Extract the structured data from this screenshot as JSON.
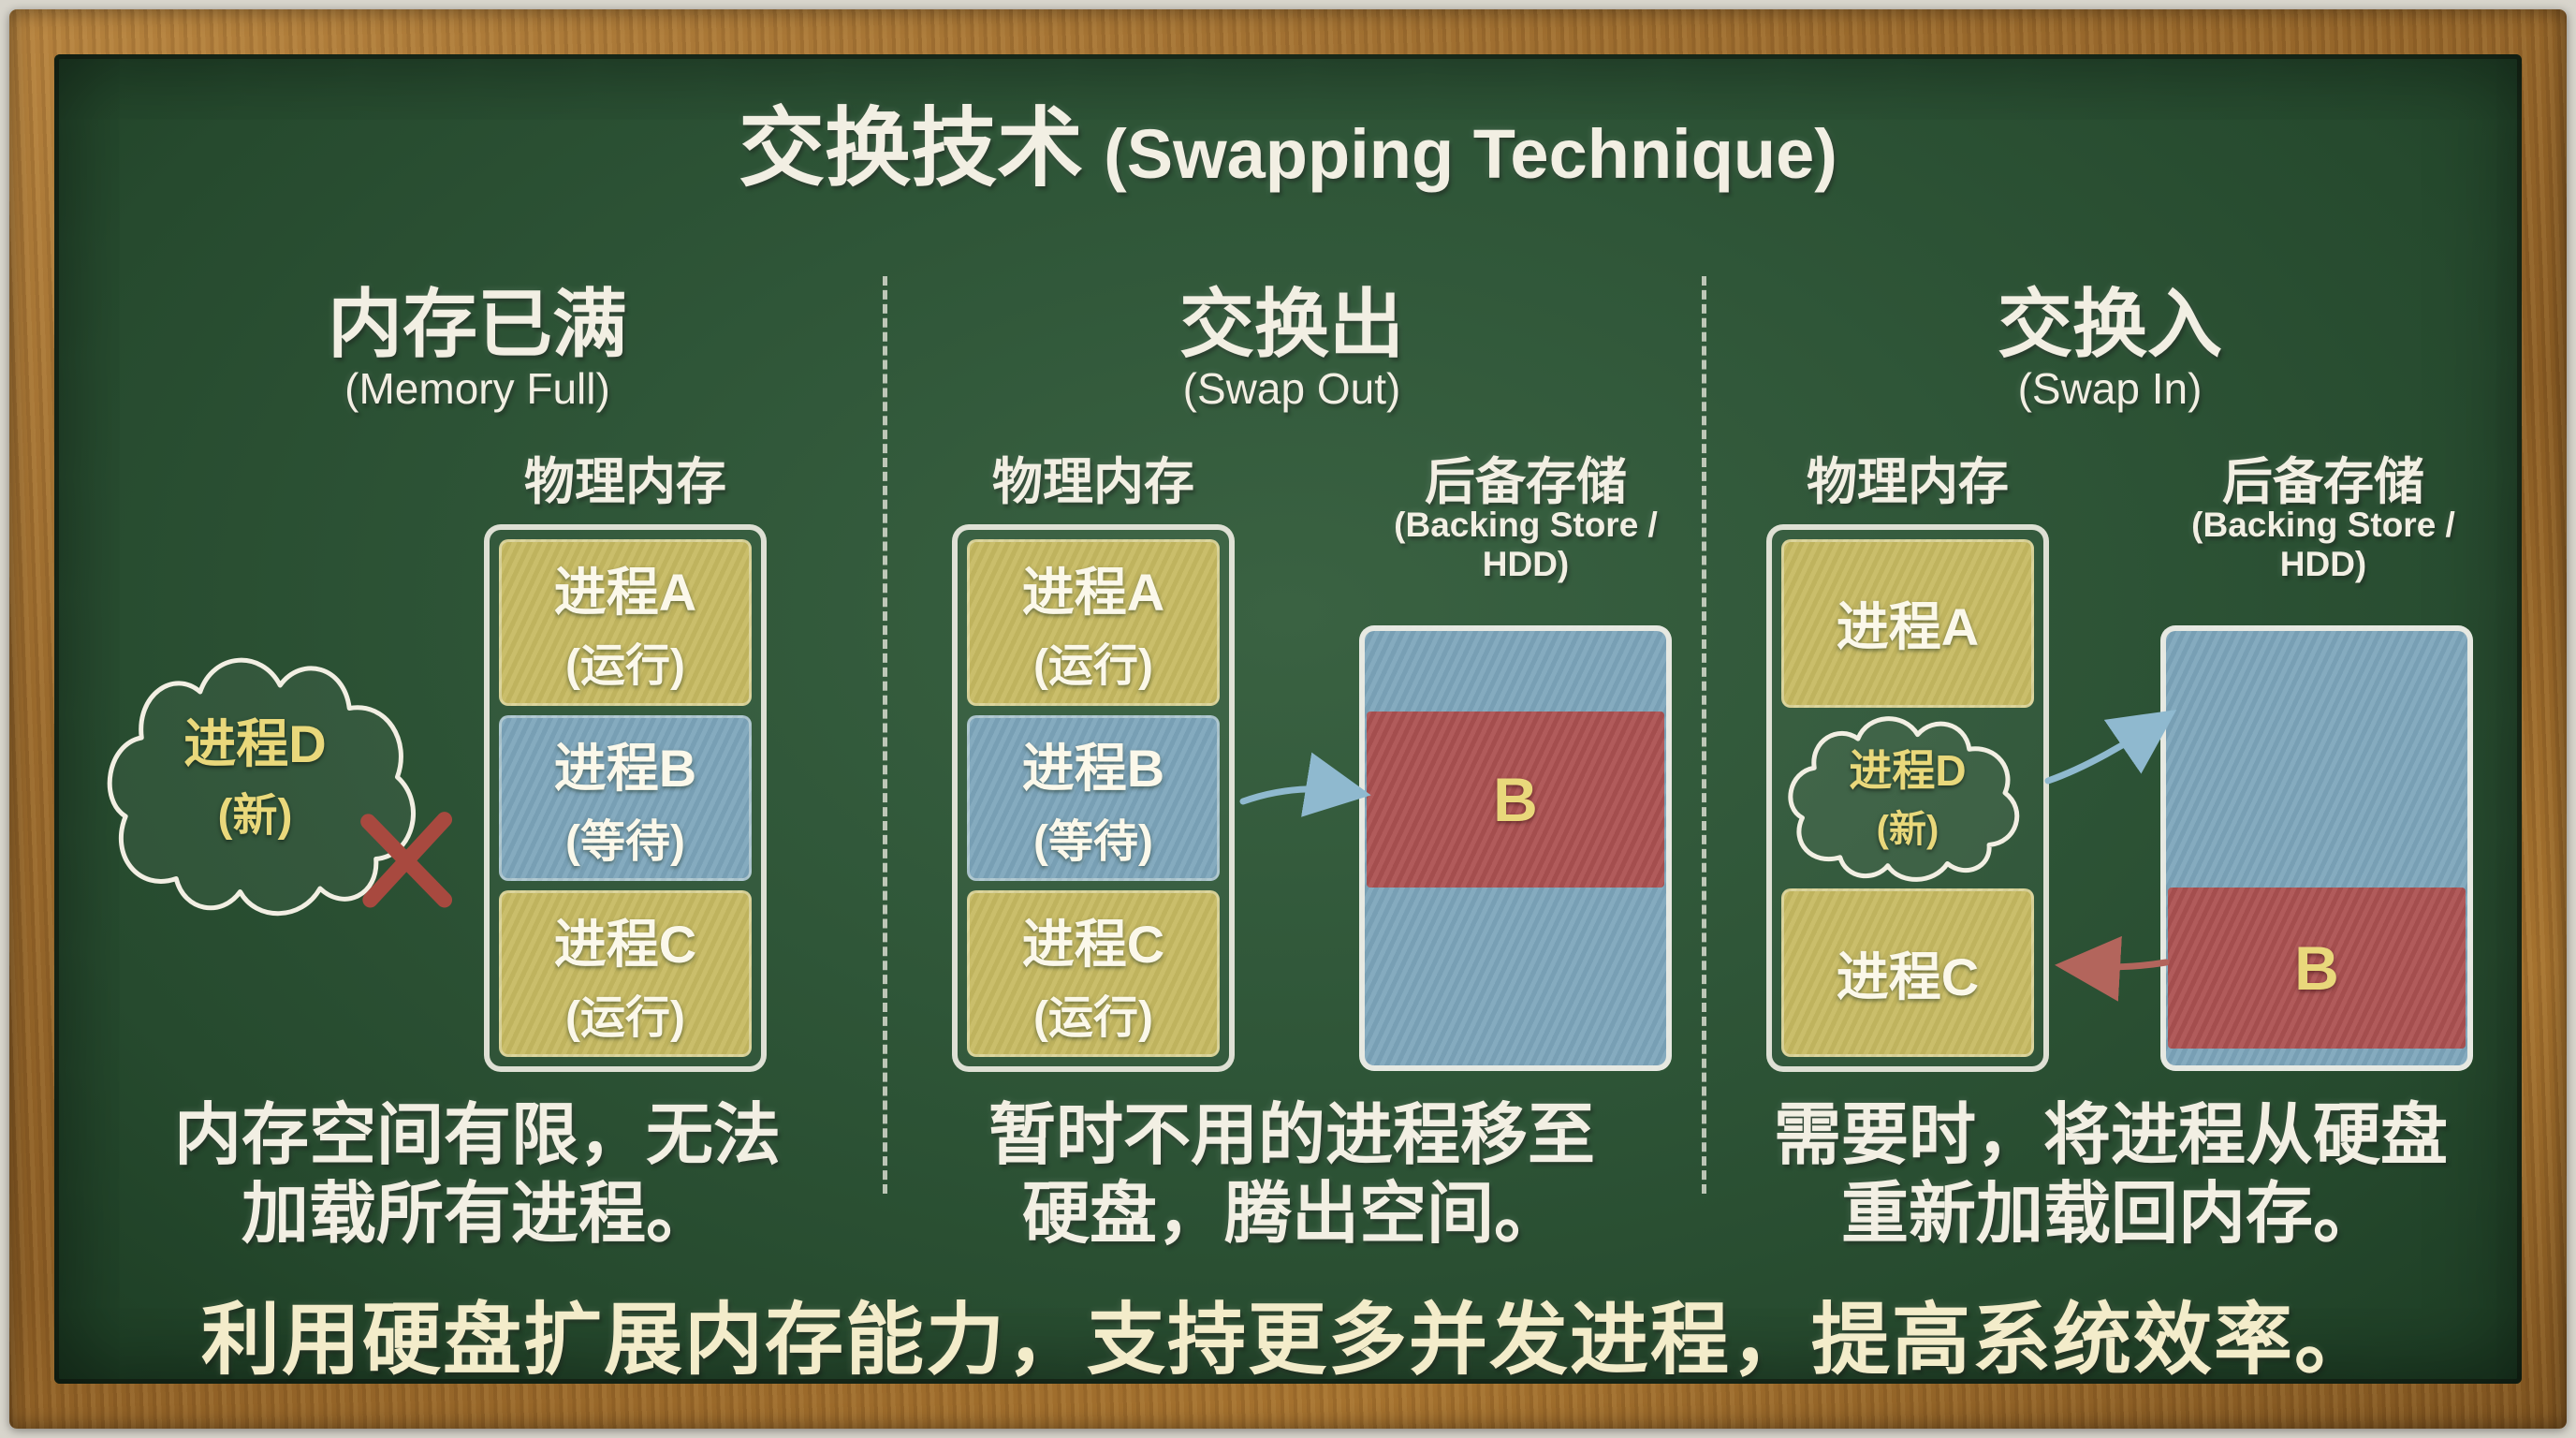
{
  "title": {
    "main": "交换技术",
    "sub": "(Swapping Technique)"
  },
  "colors": {
    "board_green": "#2f5638",
    "chalk_white": "#f2efe3",
    "process_yellow": "#c7ba62",
    "process_blue": "#7da6bb",
    "swap_red": "#ad5252",
    "accent_yellow": "#e9d87b",
    "arrow_blue": "#8fb9cf",
    "arrow_red": "#b3655c",
    "x_mark": "#a8493f",
    "footer_yellow": "#f3ecca"
  },
  "panels": {
    "left": {
      "heading": "内存已满",
      "heading_en": "(Memory Full)",
      "memory_label": "物理内存",
      "blocks": {
        "a": {
          "name": "进程A",
          "state": "(运行)"
        },
        "b": {
          "name": "进程B",
          "state": "(等待)"
        },
        "c": {
          "name": "进程C",
          "state": "(运行)"
        }
      },
      "cloud": {
        "name": "进程D",
        "state": "(新)"
      },
      "caption1": "内存空间有限，无法",
      "caption2": "加载所有进程。"
    },
    "middle": {
      "heading": "交换出",
      "heading_en": "(Swap Out)",
      "memory_label": "物理内存",
      "backing_label": "后备存储",
      "backing_label_en": "(Backing Store / HDD)",
      "blocks": {
        "a": {
          "name": "进程A",
          "state": "(运行)"
        },
        "b": {
          "name": "进程B",
          "state": "(等待)"
        },
        "c": {
          "name": "进程C",
          "state": "(运行)"
        }
      },
      "backing_block": "B",
      "caption1": "暂时不用的进程移至",
      "caption2": "硬盘，腾出空间。"
    },
    "right": {
      "heading": "交换入",
      "heading_en": "(Swap In)",
      "memory_label": "物理内存",
      "backing_label": "后备存储",
      "backing_label_en": "(Backing Store / HDD)",
      "blocks": {
        "a": {
          "name": "进程A"
        },
        "c": {
          "name": "进程C"
        }
      },
      "cloud": {
        "name": "进程D",
        "state": "(新)"
      },
      "backing_block": "B",
      "caption1": "需要时，将进程从硬盘",
      "caption2": "重新加载回内存。"
    }
  },
  "footer": "利用硬盘扩展内存能力，支持更多并发进程，提高系统效率。"
}
